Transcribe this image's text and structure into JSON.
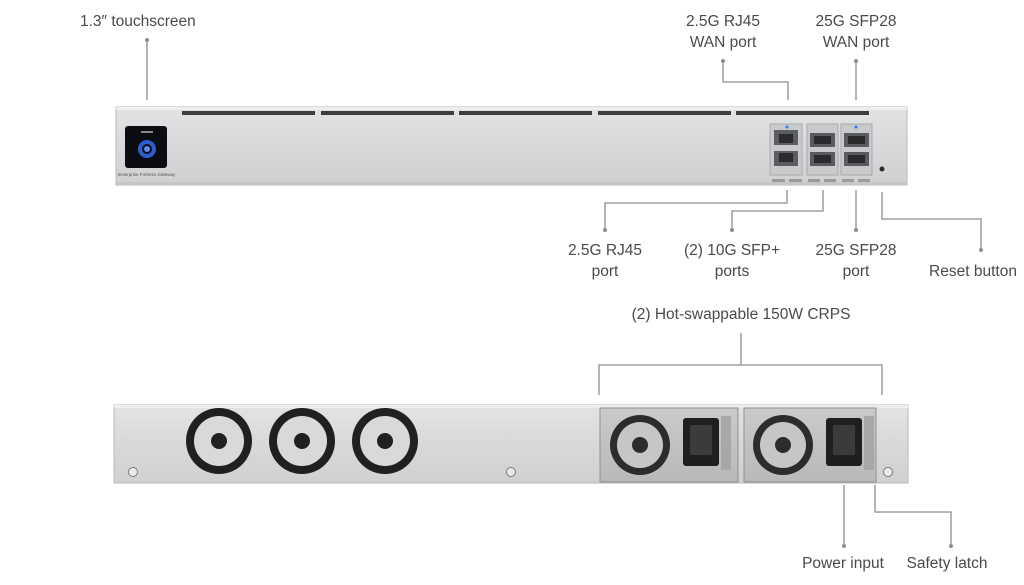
{
  "callouts": {
    "touchscreen": "1.3″ touchscreen",
    "rj45_wan": [
      "2.5G RJ45",
      "WAN port"
    ],
    "sfp28_wan": [
      "25G SFP28",
      "WAN port"
    ],
    "rj45_port": [
      "2.5G RJ45",
      "port"
    ],
    "sfp_plus": [
      "(2) 10G SFP+",
      "ports"
    ],
    "sfp28_port": [
      "25G SFP28",
      "port"
    ],
    "reset": "Reset button",
    "crps": "(2) Hot-swappable 150W CRPS",
    "power_input": "Power input",
    "safety_latch": "Safety latch"
  },
  "device": {
    "model_label": "Enterprise Fortress Gateway"
  }
}
